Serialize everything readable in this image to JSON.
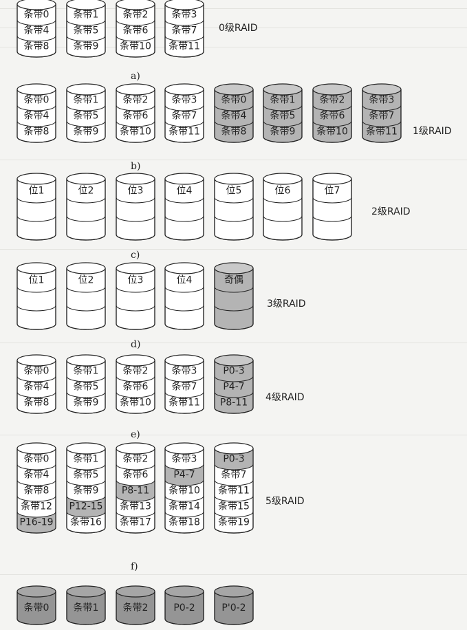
{
  "colors": {
    "paper": "#f4f4f2",
    "ink": "#222222",
    "disk_white": "#ffffff",
    "disk_gray": "#b4b4b4",
    "disk_gray_top": "#c9c9c9",
    "disk_dark": "#959595",
    "disk_dark_top": "#a6a6a6"
  },
  "sections": [
    {
      "id": "a",
      "caption": "a)",
      "raid_label": "0级RAID",
      "disks": [
        {
          "cells": [
            "条带0",
            "条带4",
            "条带8"
          ],
          "shade": "white"
        },
        {
          "cells": [
            "条带1",
            "条带5",
            "条带9"
          ],
          "shade": "white"
        },
        {
          "cells": [
            "条带2",
            "条带6",
            "条带10"
          ],
          "shade": "white"
        },
        {
          "cells": [
            "条带3",
            "条带7",
            "条带11"
          ],
          "shade": "white"
        }
      ]
    },
    {
      "id": "b",
      "caption": "b)",
      "raid_label": "1级RAID",
      "disks": [
        {
          "cells": [
            "条带0",
            "条带4",
            "条带8"
          ],
          "shade": "white"
        },
        {
          "cells": [
            "条带1",
            "条带5",
            "条带9"
          ],
          "shade": "white"
        },
        {
          "cells": [
            "条带2",
            "条带6",
            "条带10"
          ],
          "shade": "white"
        },
        {
          "cells": [
            "条带3",
            "条带7",
            "条带11"
          ],
          "shade": "white"
        },
        {
          "cells": [
            "条带0",
            "条带4",
            "条带8"
          ],
          "shade": "gray"
        },
        {
          "cells": [
            "条带1",
            "条带5",
            "条带9"
          ],
          "shade": "gray"
        },
        {
          "cells": [
            "条带2",
            "条带6",
            "条带10"
          ],
          "shade": "gray"
        },
        {
          "cells": [
            "条带3",
            "条带7",
            "条带11"
          ],
          "shade": "gray"
        }
      ]
    },
    {
      "id": "c",
      "caption": "c)",
      "raid_label": "2级RAID",
      "disks": [
        {
          "cells": [
            "位1",
            "",
            ""
          ],
          "shade": "white"
        },
        {
          "cells": [
            "位2",
            "",
            ""
          ],
          "shade": "white"
        },
        {
          "cells": [
            "位3",
            "",
            ""
          ],
          "shade": "white"
        },
        {
          "cells": [
            "位4",
            "",
            ""
          ],
          "shade": "white"
        },
        {
          "cells": [
            "位5",
            "",
            ""
          ],
          "shade": "white"
        },
        {
          "cells": [
            "位6",
            "",
            ""
          ],
          "shade": "white"
        },
        {
          "cells": [
            "位7",
            "",
            ""
          ],
          "shade": "white"
        }
      ]
    },
    {
      "id": "d",
      "caption": "d)",
      "raid_label": "3级RAID",
      "disks": [
        {
          "cells": [
            "位1",
            "",
            ""
          ],
          "shade": "white"
        },
        {
          "cells": [
            "位2",
            "",
            ""
          ],
          "shade": "white"
        },
        {
          "cells": [
            "位3",
            "",
            ""
          ],
          "shade": "white"
        },
        {
          "cells": [
            "位4",
            "",
            ""
          ],
          "shade": "white"
        },
        {
          "cells": [
            "奇偶",
            "",
            ""
          ],
          "shade": "gray"
        }
      ]
    },
    {
      "id": "e",
      "caption": "e)",
      "raid_label": "4级RAID",
      "disks": [
        {
          "cells": [
            "条带0",
            "条带4",
            "条带8"
          ],
          "shade": "white"
        },
        {
          "cells": [
            "条带1",
            "条带5",
            "条带9"
          ],
          "shade": "white"
        },
        {
          "cells": [
            "条带2",
            "条带6",
            "条带10"
          ],
          "shade": "white"
        },
        {
          "cells": [
            "条带3",
            "条带7",
            "条带11"
          ],
          "shade": "white"
        },
        {
          "cells": [
            "P0-3",
            "P4-7",
            "P8-11"
          ],
          "shade": "gray"
        }
      ]
    },
    {
      "id": "f",
      "caption": "f)",
      "raid_label": "5级RAID",
      "disks": [
        {
          "cells": [
            "条带0",
            "条带4",
            "条带8",
            "条带12",
            "P16-19"
          ],
          "shade": "white",
          "gray_cells": [
            4
          ]
        },
        {
          "cells": [
            "条带1",
            "条带5",
            "条带9",
            "P12-15",
            "条带16"
          ],
          "shade": "white",
          "gray_cells": [
            3
          ]
        },
        {
          "cells": [
            "条带2",
            "条带6",
            "P8-11",
            "条带13",
            "条带17"
          ],
          "shade": "white",
          "gray_cells": [
            2
          ]
        },
        {
          "cells": [
            "条带3",
            "P4-7",
            "条带10",
            "条带14",
            "条带18"
          ],
          "shade": "white",
          "gray_cells": [
            1
          ]
        },
        {
          "cells": [
            "P0-3",
            "条带7",
            "条带11",
            "条带15",
            "条带19"
          ],
          "shade": "white",
          "gray_cells": [
            0
          ]
        }
      ]
    },
    {
      "id": "g",
      "caption": "",
      "raid_label": "",
      "disks": [
        {
          "cells": [
            "条带0"
          ],
          "shade": "dark"
        },
        {
          "cells": [
            "条带1"
          ],
          "shade": "dark"
        },
        {
          "cells": [
            "条带2"
          ],
          "shade": "dark"
        },
        {
          "cells": [
            "P0-2"
          ],
          "shade": "dark"
        },
        {
          "cells": [
            "P'0-2"
          ],
          "shade": "dark"
        }
      ]
    }
  ]
}
